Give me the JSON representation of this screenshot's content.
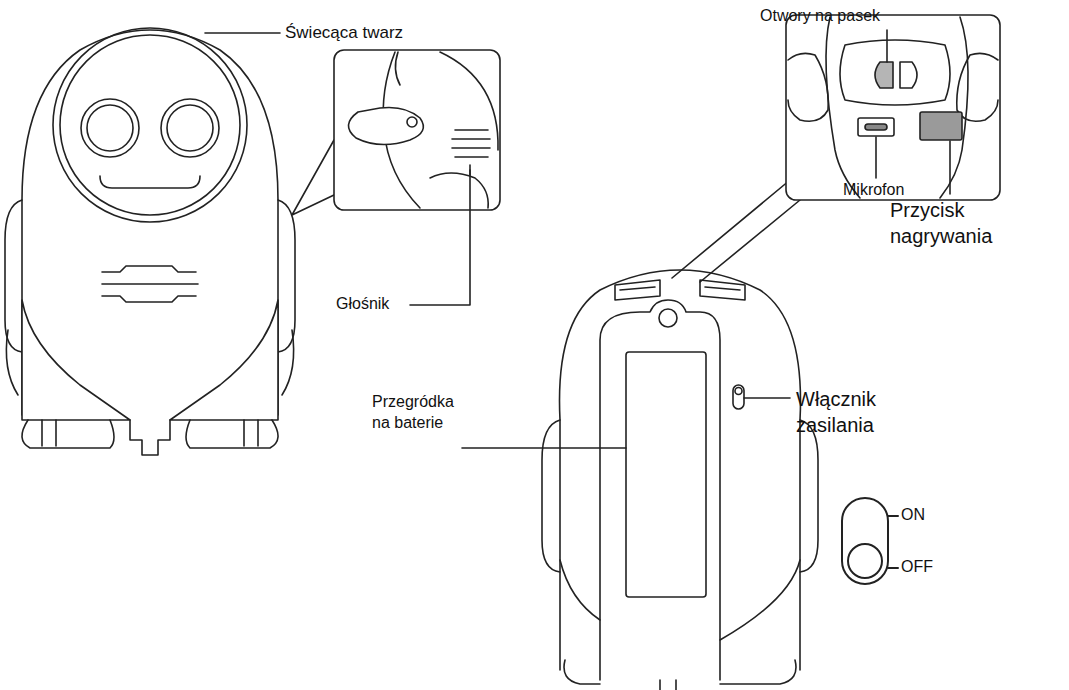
{
  "diagram": {
    "labels": [
      "Świecąca twarz",
      "Głośnik",
      "Otwory na pasek",
      "Mikrofon",
      "Przycisk nagrywania",
      "Włącznik zasilania",
      "Przegródka na baterie",
      "ON",
      "OFF"
    ]
  }
}
